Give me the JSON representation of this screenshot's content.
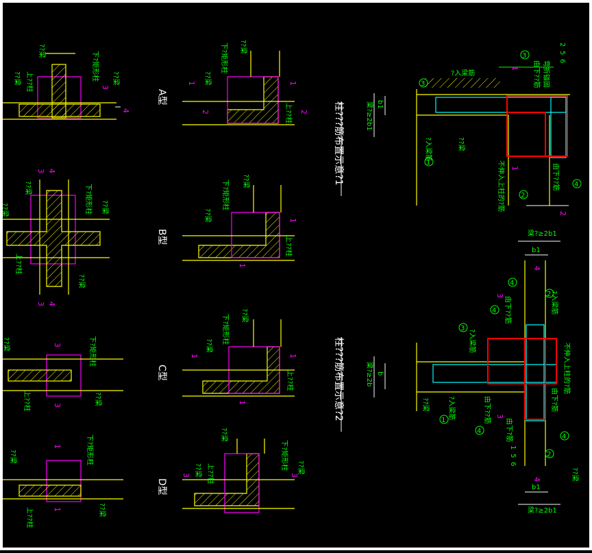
{
  "colors": {
    "background": "#000000",
    "concrete_outline": "#ffff00",
    "wall_outline": "#ff00ff",
    "annotation": "#00ff00",
    "stirrup_cyan": "#00ffff",
    "stirrup_red": "#ff0000",
    "frame": "#ffffff"
  },
  "left_column": {
    "labels": {
      "top1": "??梁",
      "top2": "下?矩形柱",
      "left1": "??梁",
      "left2": "上??柱",
      "right1": "??梁",
      "mark_3": "3",
      "mark_4": "4"
    },
    "cross": {
      "l1": "??梁",
      "l2": "下?矩形柱",
      "l3": "??梁",
      "l4": "上??柱",
      "l5": "??梁",
      "l6": "??梁",
      "m3": "3",
      "m4": "4"
    },
    "tee": {
      "l1": "??梁",
      "l2": "下?矩形柱",
      "l3": "上??柱",
      "l4": "??梁",
      "m3": "3"
    },
    "el": {
      "l1": "??梁",
      "l2": "下?矩形柱",
      "l3": "上??柱",
      "l4": "??梁",
      "m1": "1"
    }
  },
  "types": {
    "a": {
      "title": "A型",
      "l1": "??梁",
      "l2": "下?矩形柱",
      "l3": "??梁",
      "l4": "上??柱",
      "m1": "1",
      "m2": "2"
    },
    "b": {
      "title": "B型",
      "l1": "??梁",
      "l2": "下?矩形柱",
      "l3": "??梁",
      "l4": "上??柱",
      "m1": "1"
    },
    "c": {
      "title": "C型",
      "l1": "??梁",
      "l2": "下?矩形柱",
      "l3": "??梁",
      "l4": "上??柱",
      "m1": "1"
    },
    "d": {
      "title": "D型",
      "l1": "??梁",
      "l2": "下?矩形柱",
      "l3": "??梁",
      "l4": "上??柱",
      "l5": "??梁",
      "m3": "3"
    }
  },
  "detail1": {
    "title": "柱???筋布置示意?1",
    "t_top": "?入梁筋",
    "t_side": "由下??筋",
    "t_side2": "弯折锚固",
    "t_bottom1": "不伸入上柱的?筋",
    "t_bottom2": "由下??筋",
    "t_left": "?入梁筋",
    "t_beam": "??梁",
    "dim1": "b1",
    "dim2": "梁?≥2b1",
    "c3": "3",
    "c1": "1",
    "c2": "2",
    "c4": "4",
    "c5": "5",
    "c6": "6",
    "m1": "1",
    "m2": "2"
  },
  "detail2": {
    "title": "柱???筋布置示意?2",
    "dim_top": "梁?≥2b1",
    "dim_b1": "b1",
    "dim_b": "b",
    "dim_2b": "梁?≥2b",
    "t1": "由下??筋",
    "t2": "?入梁筋",
    "t3": "?入梁筋",
    "t4": "由下??筋",
    "t5": "不伸入上柱的?筋",
    "t6": "由下?筋",
    "t7": "??梁",
    "t8": "由下?筋",
    "t9": "?入梁筋",
    "c1": "1",
    "c2": "2",
    "c3": "3",
    "c4": "4",
    "c5": "5",
    "c6": "6",
    "dim_bot_b1": "b1",
    "dim_bot": "梁?≥2b1",
    "m3": "3",
    "m4": "4"
  }
}
